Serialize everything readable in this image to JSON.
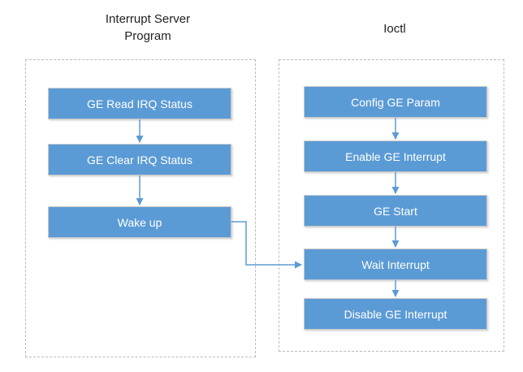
{
  "diagram": {
    "type": "flowchart",
    "columns": {
      "left": {
        "title": "Interrupt Server Program",
        "boxes": [
          "GE Read IRQ Status",
          "GE Clear IRQ Status",
          "Wake up"
        ]
      },
      "right": {
        "title": "Ioctl",
        "boxes": [
          "Config GE Param",
          "Enable GE Interrupt",
          "GE Start",
          "Wait Interrupt",
          "Disable GE Interrupt"
        ]
      }
    },
    "connections": [
      {
        "from": "GE Read IRQ Status",
        "to": "GE Clear IRQ Status"
      },
      {
        "from": "GE Clear IRQ Status",
        "to": "Wake up"
      },
      {
        "from": "Config GE Param",
        "to": "Enable GE Interrupt"
      },
      {
        "from": "Enable GE Interrupt",
        "to": "GE Start"
      },
      {
        "from": "GE Start",
        "to": "Wait Interrupt"
      },
      {
        "from": "Wait Interrupt",
        "to": "Disable GE Interrupt"
      },
      {
        "from": "Wake up",
        "to": "Wait Interrupt"
      }
    ],
    "colors": {
      "node_fill": "#5b9bd5",
      "node_text": "#ffffff",
      "node_border": "#c9c9c9",
      "arrow": "#5b9bd5",
      "group_dashed_border": "#bcbcbc",
      "title_text": "#1f1f1f",
      "background": "#ffffff"
    }
  }
}
